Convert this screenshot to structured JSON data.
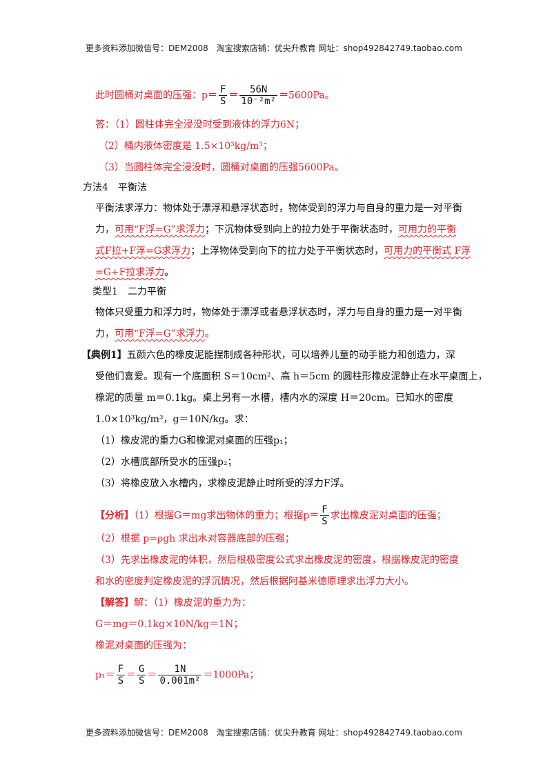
{
  "header": {
    "text": "更多资料添加微信号：DEM2008　淘宝搜索店铺：优尖升教育 网址：shop492842749.taobao.com"
  },
  "footer": {
    "text": "更多资料添加微信号：DEM2008　淘宝搜索店铺：优尖升教育 网址：shop492842749.taobao.com"
  },
  "prev_solution": {
    "pressure_prefix": "此时圆桶对桌面的压强：p＝",
    "frac1_num": "F",
    "frac1_den": "S",
    "eq": "＝",
    "frac2_num": "56N",
    "frac2_den": "10⁻²m²",
    "pressure_result": "＝5600Pa。",
    "answer_1": "答：（1）圆柱体完全浸没时受到液体的浮力6N；",
    "answer_2": "（2）桶内液体密度是 1.5×10³kg/m³；",
    "answer_3": "（3）当圆柱体完全浸没时，圆桶对桌面的压强5600Pa。"
  },
  "method": {
    "title": "方法4　平衡法",
    "line1": "平衡法求浮力：物体处于漂浮和悬浮状态时，物体受到的浮力与自身的重力是一对平衡",
    "line2a": "力，",
    "line2b": "可用“F浮=G”求浮力",
    "line2c": "；下沉物体受到向上的拉力处于平衡状态时，",
    "line2d": "可用力的平衡",
    "line3a": "式F拉+F浮=G求浮力",
    "line3b": "；上浮物体受到向下的拉力处于平衡状态时，",
    "line3c": "可用力的平衡式 F浮",
    "line4a": "=G+F拉求浮力",
    "line4b": "。"
  },
  "type1": {
    "title": "类型1　二力平衡",
    "line1": "物体只受重力和浮力时，物体处于漂浮或者悬浮状态时，浮力与自身的重力是一对平衡",
    "line2a": "力，",
    "line2b": "可用“F浮=G”求浮力",
    "line2c": "。"
  },
  "example": {
    "tag": "【典例1】",
    "line1": "五颜六色的橡皮泥能捏制成各种形状，可以培养儿童的动手能力和创造力，深",
    "line2": "受他们喜爱。现有一个底面积 S＝10cm²、高 h＝5cm 的圆柱形橡皮泥静止在水平桌面上，",
    "line3": "橡泥的质量 m＝0.1kg。桌上另有一水槽，槽内水的深度 H＝20cm。已知水的密度",
    "line4": "1.0×10³kg/m³，g＝10N/kg。求：",
    "q1": "（1）橡皮泥的重力G和橡泥对桌面的压强p₁；",
    "q2": "（2）水槽底部所受水的压强p₂；",
    "q3": "（3）将橡皮放入水槽内，求橡皮泥静止时所受的浮力F浮。"
  },
  "analysis": {
    "tag": "【分析】",
    "line1a": "（1）根据G＝mg求出物体的重力；根据p＝",
    "frac_num": "F",
    "frac_den": "S",
    "line1b": "求出橡皮泥对桌面的压强；",
    "line2": "（2）根据 p=ρgh 求出水对容器底部的压强；",
    "line3": "（3）先求出橡皮泥的体积，然后根极密度公式求出橡皮泥的密度，根据橡皮泥的密度",
    "line4": "和水的密度判定橡皮泥的浮沉情况，然后根据阿基米德原理求出浮力大小。"
  },
  "solution": {
    "tag": "【解答】",
    "line1": "解：（1）橡皮泥的重力为：",
    "line2": "G＝mg＝0.1kg×10N/kg＝1N；",
    "line3": "橡泥对桌面的压强为：",
    "p1_prefix": "p₁＝",
    "f1_num": "F",
    "f1_den": "S",
    "eq": "＝",
    "f2_num": "G",
    "f2_den": "S",
    "f3_num": "1N",
    "f3_den": "0.001m²",
    "p1_result": "＝1000Pa；"
  },
  "colors": {
    "accent_red": "#e8202a",
    "text": "#111111"
  }
}
